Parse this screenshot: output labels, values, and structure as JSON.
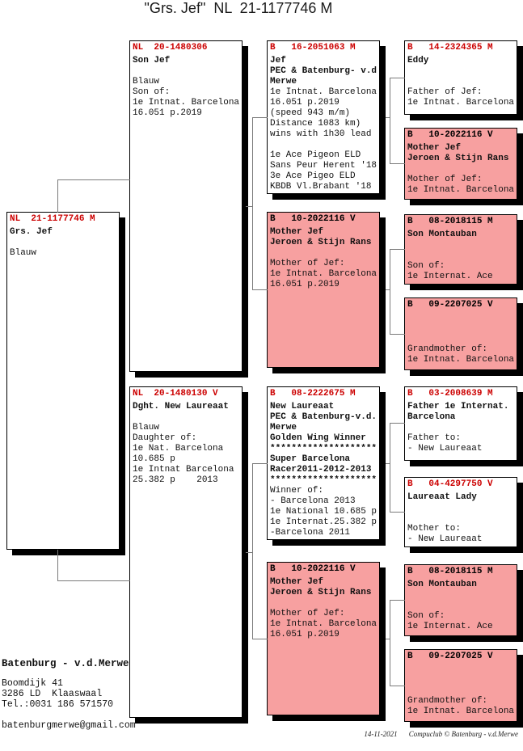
{
  "title": "\"Grs. Jef\"  NL  21-1177746 M",
  "colors": {
    "pink_box": "#F7A0A0",
    "white_box": "#FFFFFF",
    "ring_red": "#CC0000",
    "connector_gray": "#7A7A7A",
    "shadow_black": "#000000"
  },
  "boxes": {
    "subject": {
      "header": "NL  21-1177746 M",
      "name_lines": [
        "Grs. Jef"
      ],
      "info_lines": [
        "",
        "Blauw"
      ]
    },
    "sire": {
      "header": "NL  20-1480306",
      "name_lines": [
        "Son Jef"
      ],
      "info_lines": [
        "",
        "Blauw",
        "Son of:",
        "1e Intnat. Barcelona",
        "16.051 p.2019"
      ]
    },
    "dam": {
      "header": "NL  20-1480130 V",
      "name_lines": [
        "Dght. New Laureaat"
      ],
      "info_lines": [
        "",
        "Blauw",
        "Daughter of:",
        "1e Nat. Barcelona",
        "10.685 p",
        "1e Intnat Barcelona",
        "25.382 p    2013"
      ]
    },
    "sire_sire": {
      "header": "B   16-2051063 M",
      "name_lines": [
        "Jef",
        "PEC & Batenburg- v.d",
        "Merwe"
      ],
      "info_lines": [
        "1e Intnat. Barcelona",
        "16.051 p.2019",
        "(speed 943 m/m)",
        "Distance 1083 km)",
        "wins with 1h30 lead",
        "",
        "1e Ace Pigeon ELD",
        "Sans Peur Herent '18",
        "3e Ace Pigeo ELD",
        "KBDB Vl.Brabant '18"
      ]
    },
    "sire_dam": {
      "header": "B   10-2022116 V",
      "name_lines": [
        "Mother Jef",
        "Jeroen & Stijn Rans"
      ],
      "info_lines": [
        "",
        "Mother of Jef:",
        "1e Intnat. Barcelona",
        "16.051 p.2019"
      ]
    },
    "dam_sire": {
      "header": "B   08-2222675 M",
      "name_lines": [
        "New Laureaat",
        "PEC & Batenburg-v.d.",
        "Merwe",
        "Golden Wing Winner",
        "********************",
        "Super Barcelona",
        "Racer2011-2012-2013",
        "********************"
      ],
      "info_lines": [
        "Winner of:",
        "- Barcelona 2013",
        "1e National 10.685 p",
        "1e Internat.25.382 p",
        "-Barcelona 2011"
      ]
    },
    "dam_dam": {
      "header": "B   10-2022116 V",
      "name_lines": [
        "Mother Jef",
        "Jeroen & Stijn Rans"
      ],
      "info_lines": [
        "",
        "Mother of Jef:",
        "1e Intnat. Barcelona",
        "16.051 p.2019"
      ]
    },
    "sire_sire_sire": {
      "header": "B   14-2324365 M",
      "name_lines": [
        "Eddy"
      ],
      "info_lines": [
        "",
        "",
        "Father of Jef:",
        "1e Intnat. Barcelona"
      ]
    },
    "sire_sire_dam": {
      "header": "B   10-2022116 V",
      "name_lines": [
        "Mother Jef",
        "Jeroen & Stijn Rans"
      ],
      "info_lines": [
        "",
        "Mother of Jef:",
        "1e Intnat. Barcelona"
      ]
    },
    "sire_dam_sire": {
      "header": "B   08-2018115 M",
      "name_lines": [
        "Son Montauban"
      ],
      "info_lines": [
        "",
        "",
        "Son of:",
        "1e Internat. Ace"
      ]
    },
    "sire_dam_dam": {
      "header": "B   09-2207025 V",
      "name_lines": [],
      "info_lines": [
        "",
        "",
        "",
        "Grandmother of:",
        "1e Intnat. Barcelona"
      ]
    },
    "dam_sire_sire": {
      "header": "B   03-2008639 M",
      "name_lines": [
        "Father 1e Internat.",
        "Barcelona"
      ],
      "info_lines": [
        "",
        "Father to:",
        "- New Laureaat"
      ]
    },
    "dam_sire_dam": {
      "header": "B   04-4297750 V",
      "name_lines": [
        "Laureaat Lady"
      ],
      "info_lines": [
        "",
        "",
        "Mother to:",
        "- New Laureaat"
      ]
    },
    "dam_dam_sire": {
      "header": "B   08-2018115 M",
      "name_lines": [
        "Son Montauban"
      ],
      "info_lines": [
        "",
        "",
        "Son of:",
        "1e Internat. Ace"
      ]
    },
    "dam_dam_dam": {
      "header": "B   09-2207025 V",
      "name_lines": [],
      "info_lines": [
        "",
        "",
        "",
        "Grandmother of:",
        "1e Intnat. Barcelona"
      ]
    }
  },
  "contact": {
    "name": "Batenburg - v.d.Merwe",
    "address_lines": [
      "Boomdijk 41",
      "3286 LD  Klaaswaal",
      "Tel.:0031 186 571570"
    ],
    "email": "batenburgmerwe@gmail.com"
  },
  "footer": {
    "date": "14-11-2021",
    "credit": "Compuclub © Batenburg - v.d.Merwe"
  }
}
